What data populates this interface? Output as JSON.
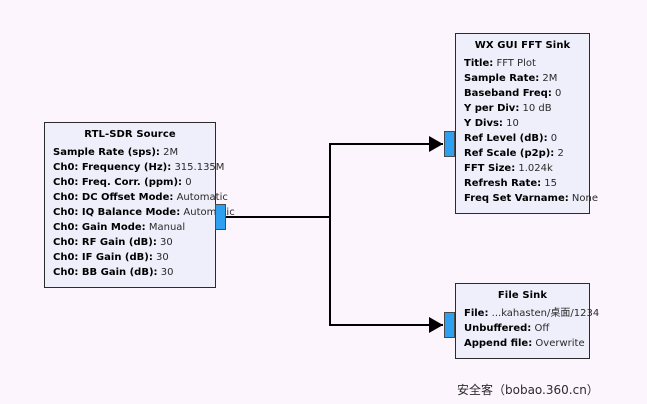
{
  "canvas": {
    "background_color": "#fdf5fd",
    "block_fill_color": "#efeffb",
    "block_border_color": "#2b2b2b",
    "port_color": "#2f9ff0",
    "wire_color": "#000000"
  },
  "blocks": {
    "rtl_sdr_source": {
      "title": "RTL-SDR Source",
      "params": [
        {
          "key": "Sample Rate (sps):",
          "value": "2M"
        },
        {
          "key": "Ch0: Frequency (Hz):",
          "value": "315.135M"
        },
        {
          "key": "Ch0: Freq. Corr. (ppm):",
          "value": "0"
        },
        {
          "key": "Ch0: DC Offset Mode:",
          "value": "Automatic"
        },
        {
          "key": "Ch0: IQ Balance Mode:",
          "value": "Automatic"
        },
        {
          "key": "Ch0: Gain Mode:",
          "value": "Manual"
        },
        {
          "key": "Ch0: RF Gain (dB):",
          "value": "30"
        },
        {
          "key": "Ch0: IF Gain (dB):",
          "value": "30"
        },
        {
          "key": "Ch0: BB Gain (dB):",
          "value": "30"
        }
      ]
    },
    "wx_gui_fft_sink": {
      "title": "WX GUI FFT Sink",
      "params": [
        {
          "key": "Title:",
          "value": "FFT Plot"
        },
        {
          "key": "Sample Rate:",
          "value": "2M"
        },
        {
          "key": "Baseband Freq:",
          "value": "0"
        },
        {
          "key": "Y per Div:",
          "value": "10 dB"
        },
        {
          "key": "Y Divs:",
          "value": "10"
        },
        {
          "key": "Ref Level (dB):",
          "value": "0"
        },
        {
          "key": "Ref Scale (p2p):",
          "value": "2"
        },
        {
          "key": "FFT Size:",
          "value": "1.024k"
        },
        {
          "key": "Refresh Rate:",
          "value": "15"
        },
        {
          "key": "Freq Set Varname:",
          "value": "None"
        }
      ]
    },
    "file_sink": {
      "title": "File Sink",
      "params": [
        {
          "key": "File:",
          "value": "...kahasten/桌面/1234"
        },
        {
          "key": "Unbuffered:",
          "value": "Off"
        },
        {
          "key": "Append file:",
          "value": "Overwrite"
        }
      ]
    }
  },
  "watermark": {
    "text": "安全客（bobao.360.cn）"
  }
}
